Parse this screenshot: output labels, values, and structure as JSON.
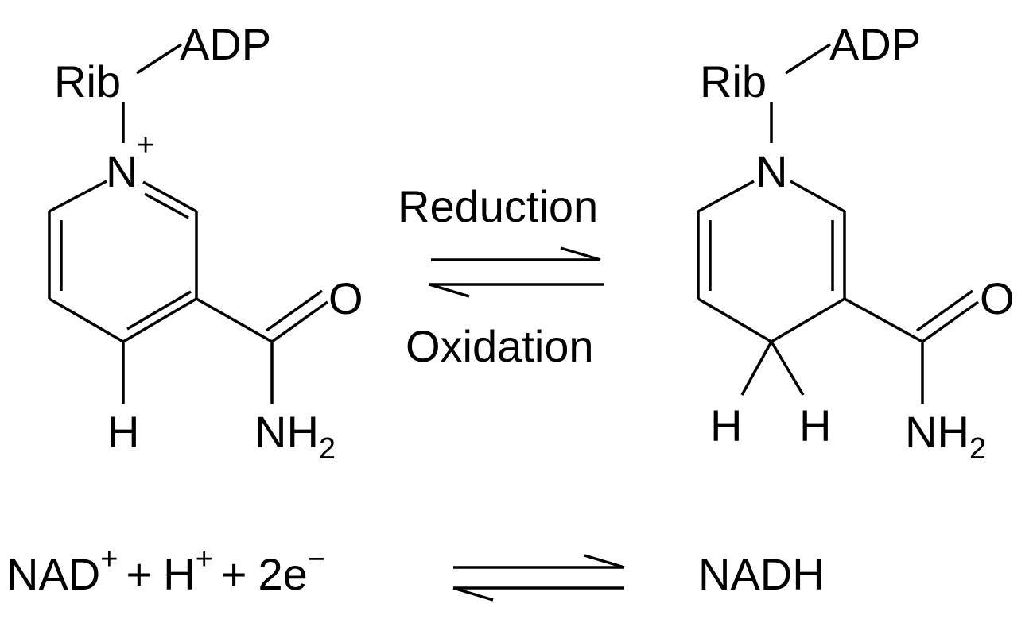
{
  "left_molecule": {
    "rib": "Rib",
    "adp": "ADP",
    "nitrogen": "N",
    "charge": "+",
    "oxygen": "O",
    "hydrogen": "H",
    "amide_n": "NH",
    "amide_sub": "2"
  },
  "right_molecule": {
    "rib": "Rib",
    "adp": "ADP",
    "nitrogen": "N",
    "oxygen": "O",
    "hydrogen_1": "H",
    "hydrogen_2": "H",
    "amide_n": "NH",
    "amide_sub": "2"
  },
  "reaction": {
    "forward_label": "Reduction",
    "reverse_label": "Oxidation"
  },
  "equation": {
    "nad": "NAD",
    "nad_charge": "+",
    "plus_1": "+",
    "h": "H",
    "h_charge": "+",
    "plus_2": "+",
    "electrons": "2e",
    "electron_charge": "−",
    "product": "NADH"
  }
}
